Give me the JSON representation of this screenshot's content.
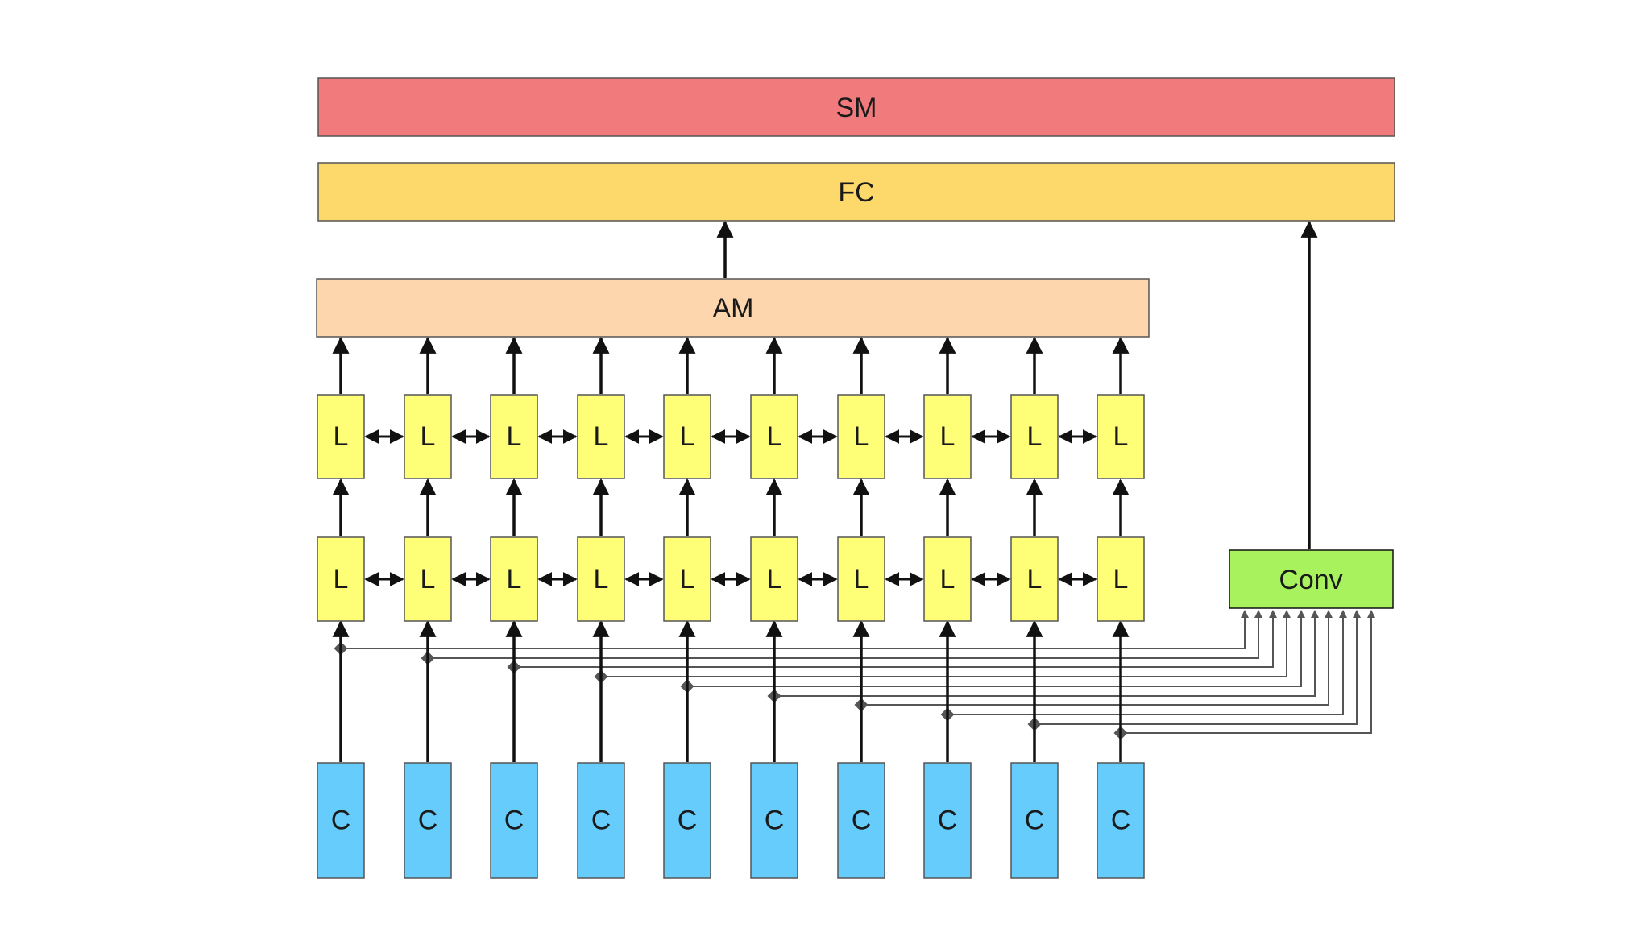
{
  "blocks": {
    "sm": {
      "label": "SM",
      "color": "#f07a7c"
    },
    "fc": {
      "label": "FC",
      "color": "#fcd96a"
    },
    "am": {
      "label": "AM",
      "color": "#fed6ad"
    },
    "conv": {
      "label": "Conv",
      "color": "#a8f25e"
    },
    "lstm": {
      "label": "L",
      "color": "#ffff77"
    },
    "char": {
      "label": "C",
      "color": "#65ccfb"
    }
  },
  "lstm_layers": 2,
  "timesteps": 10,
  "colors": {
    "arrow": "#111111",
    "tap_line": "#555555",
    "block_border": "#555555"
  }
}
